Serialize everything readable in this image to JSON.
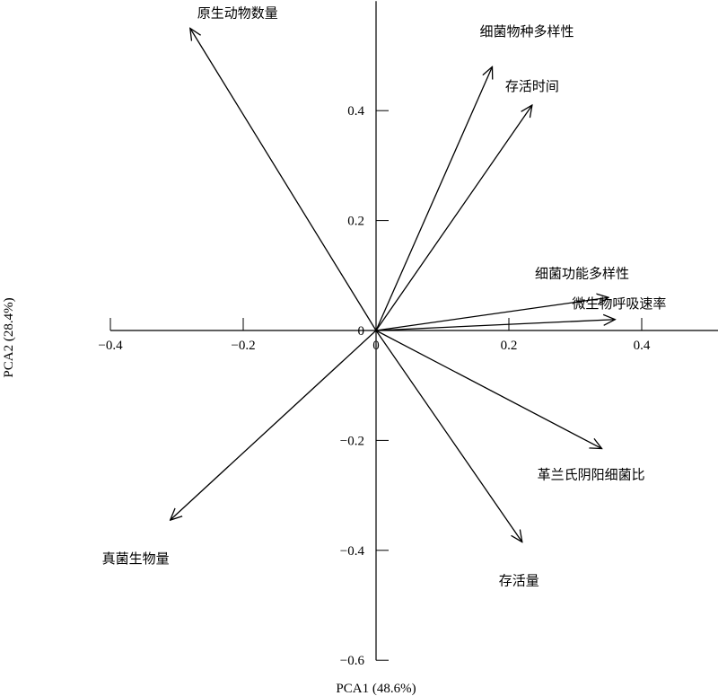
{
  "chart_data": {
    "type": "biplot",
    "xlabel": "PCA1 (48.6%)",
    "ylabel": "PCA2 (28.4%)",
    "xlim": [
      -0.4,
      0.6
    ],
    "ylim": [
      -0.6,
      0.4
    ],
    "x_ticks": [
      "-0.4",
      "-0.2",
      "0",
      "0.2",
      "0.4",
      "0.6"
    ],
    "y_ticks": [
      "0.4",
      "0.2",
      "0",
      "-0.2",
      "-0.4",
      "-0.6"
    ],
    "grid": false,
    "vectors": [
      {
        "label": "原生动物数量",
        "x": -0.28,
        "y": 0.55
      },
      {
        "label": "细菌物种多样性",
        "x": 0.175,
        "y": 0.48
      },
      {
        "label": "存活时间",
        "x": 0.235,
        "y": 0.41
      },
      {
        "label": "细菌功能多样性",
        "x": 0.35,
        "y": 0.06
      },
      {
        "label": "微生物呼吸速率",
        "x": 0.36,
        "y": 0.02
      },
      {
        "label": "革兰氏阴阳细菌比",
        "x": 0.34,
        "y": -0.215
      },
      {
        "label": "存活量",
        "x": 0.22,
        "y": -0.385
      },
      {
        "label": "真菌生物量",
        "x": -0.31,
        "y": -0.345
      }
    ]
  }
}
